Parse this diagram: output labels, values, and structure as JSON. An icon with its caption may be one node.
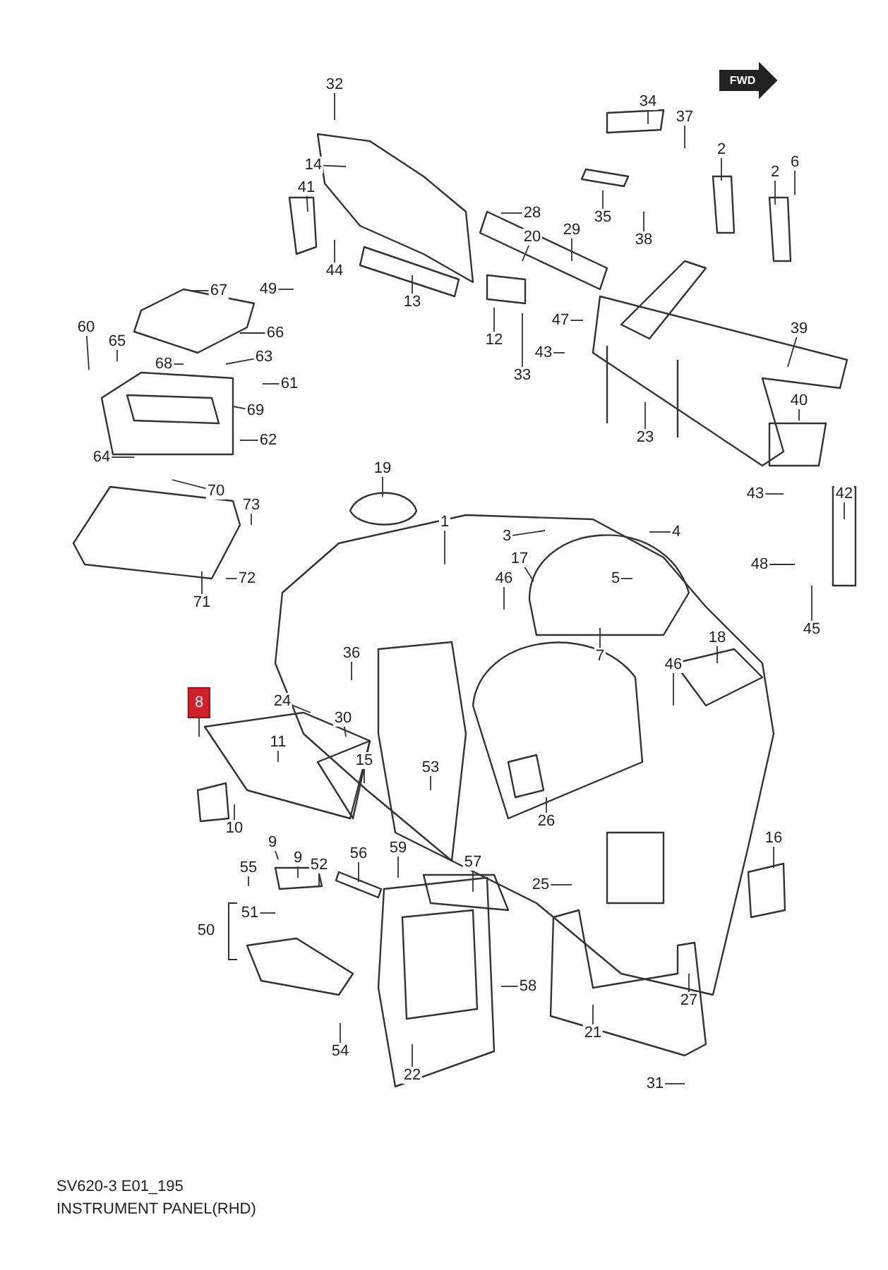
{
  "diagram": {
    "nodes": [
      {
        "text": [
          "32"
        ]
      },
      {
        "text": [
          "14"
        ]
      },
      {
        "text": [
          "41"
        ]
      },
      {
        "text": [
          "44"
        ]
      },
      {
        "text": [
          "13"
        ]
      },
      {
        "text": [
          "49"
        ]
      },
      {
        "text": [
          "67"
        ]
      },
      {
        "text": [
          "60"
        ]
      },
      {
        "text": [
          "65"
        ]
      },
      {
        "text": [
          "66"
        ]
      },
      {
        "text": [
          "68"
        ]
      },
      {
        "text": [
          "63"
        ]
      },
      {
        "text": [
          "61"
        ]
      },
      {
        "text": [
          "69"
        ]
      },
      {
        "text": [
          "62"
        ]
      },
      {
        "text": [
          "64"
        ]
      },
      {
        "text": [
          "70"
        ]
      },
      {
        "text": [
          "73"
        ]
      },
      {
        "text": [
          "72"
        ]
      },
      {
        "text": [
          "71"
        ]
      },
      {
        "text": [
          "19"
        ]
      },
      {
        "text": [
          "1"
        ]
      },
      {
        "text": [
          "34"
        ]
      },
      {
        "text": [
          "37"
        ]
      },
      {
        "text": [
          "2"
        ]
      },
      {
        "text": [
          "2"
        ]
      },
      {
        "text": [
          "6"
        ]
      },
      {
        "text": [
          "35"
        ]
      },
      {
        "text": [
          "38"
        ]
      },
      {
        "text": [
          "28"
        ]
      },
      {
        "text": [
          "20"
        ]
      },
      {
        "text": [
          "29"
        ]
      },
      {
        "text": [
          "47"
        ]
      },
      {
        "text": [
          "12"
        ]
      },
      {
        "text": [
          "43"
        ]
      },
      {
        "text": [
          "33"
        ]
      },
      {
        "text": [
          "23"
        ]
      },
      {
        "text": [
          "39"
        ]
      },
      {
        "text": [
          "40"
        ]
      },
      {
        "text": [
          "43"
        ]
      },
      {
        "text": [
          "42"
        ]
      },
      {
        "text": [
          "48"
        ]
      },
      {
        "text": [
          "3"
        ]
      },
      {
        "text": [
          "4"
        ]
      },
      {
        "text": [
          "17"
        ]
      },
      {
        "text": [
          "46"
        ]
      },
      {
        "text": [
          "5"
        ]
      },
      {
        "text": [
          "45"
        ]
      },
      {
        "text": [
          "36"
        ]
      },
      {
        "text": [
          "8"
        ]
      },
      {
        "text": [
          "24"
        ]
      },
      {
        "text": [
          "30"
        ]
      },
      {
        "text": [
          "11"
        ]
      },
      {
        "text": [
          "15"
        ]
      },
      {
        "text": [
          "53"
        ]
      },
      {
        "text": [
          "10"
        ]
      },
      {
        "text": [
          "26"
        ]
      },
      {
        "text": [
          "55"
        ]
      },
      {
        "text": [
          "9"
        ]
      },
      {
        "text": [
          "9"
        ]
      },
      {
        "text": [
          "52"
        ]
      },
      {
        "text": [
          "56"
        ]
      },
      {
        "text": [
          "59"
        ]
      },
      {
        "text": [
          "57"
        ]
      },
      {
        "text": [
          "25"
        ]
      },
      {
        "text": [
          "51"
        ]
      },
      {
        "text": [
          "58"
        ]
      },
      {
        "text": [
          "54"
        ]
      },
      {
        "text": [
          "22"
        ]
      },
      {
        "text": [
          "18"
        ]
      },
      {
        "text": [
          "46"
        ]
      },
      {
        "text": [
          "7"
        ]
      },
      {
        "text": [
          "16"
        ]
      },
      {
        "text": [
          "27"
        ]
      },
      {
        "text": [
          "21"
        ]
      },
      {
        "text": [
          "31"
        ]
      }
    ],
    "edges": [
      {
        "from": 0,
        "to": null,
        "arrow": "none"
      },
      {
        "from": 1,
        "to": null,
        "arrow": "none"
      },
      {
        "from": 2,
        "to": null,
        "arrow": "none"
      },
      {
        "from": 3,
        "to": null,
        "arrow": "none"
      },
      {
        "from": 4,
        "to": null,
        "arrow": "none"
      },
      {
        "from": 5,
        "to": null,
        "arrow": "none"
      },
      {
        "from": 6,
        "to": null,
        "arrow": "none"
      },
      {
        "from": 7,
        "to": null,
        "arrow": "none"
      },
      {
        "from": 8,
        "to": null,
        "arrow": "none"
      },
      {
        "from": 9,
        "to": null,
        "arrow": "none"
      },
      {
        "from": 10,
        "to": null,
        "arrow": "none"
      },
      {
        "from": 11,
        "to": null,
        "arrow": "none"
      },
      {
        "from": 12,
        "to": null,
        "arrow": "none"
      },
      {
        "from": 13,
        "to": null,
        "arrow": "none"
      },
      {
        "from": 14,
        "to": null,
        "arrow": "none"
      },
      {
        "from": 15,
        "to": null,
        "arrow": "none"
      },
      {
        "from": 16,
        "to": null,
        "arrow": "none"
      },
      {
        "from": 17,
        "to": null,
        "arrow": "none"
      },
      {
        "from": 18,
        "to": null,
        "arrow": "none"
      },
      {
        "from": 19,
        "to": null,
        "arrow": "none"
      },
      {
        "from": 20,
        "to": null,
        "arrow": "none"
      },
      {
        "from": 21,
        "to": null,
        "arrow": "none"
      },
      {
        "from": 22,
        "to": null,
        "arrow": "none"
      },
      {
        "from": 23,
        "to": null,
        "arrow": "none"
      },
      {
        "from": 24,
        "to": null,
        "arrow": "none"
      },
      {
        "from": 25,
        "to": null,
        "arrow": "none"
      },
      {
        "from": 26,
        "to": null,
        "arrow": "none"
      },
      {
        "from": 27,
        "to": null,
        "arrow": "none"
      },
      {
        "from": 28,
        "to": null,
        "arrow": "none"
      },
      {
        "from": 29,
        "to": null,
        "arrow": "none"
      },
      {
        "from": 30,
        "to": null,
        "arrow": "none"
      },
      {
        "from": 31,
        "to": null,
        "arrow": "none"
      },
      {
        "from": 32,
        "to": null,
        "arrow": "none"
      },
      {
        "from": 33,
        "to": null,
        "arrow": "none"
      },
      {
        "from": 34,
        "to": null,
        "arrow": "none"
      },
      {
        "from": 35,
        "to": null,
        "arrow": "none"
      },
      {
        "from": 36,
        "to": null,
        "arrow": "none"
      },
      {
        "from": 37,
        "to": null,
        "arrow": "none"
      },
      {
        "from": 38,
        "to": null,
        "arrow": "none"
      },
      {
        "from": 39,
        "to": null,
        "arrow": "none"
      },
      {
        "from": 40,
        "to": null,
        "arrow": "none"
      },
      {
        "from": 41,
        "to": null,
        "arrow": "none"
      },
      {
        "from": 42,
        "to": null,
        "arrow": "none"
      },
      {
        "from": 43,
        "to": null,
        "arrow": "none"
      },
      {
        "from": 44,
        "to": null,
        "arrow": "none"
      },
      {
        "from": 45,
        "to": null,
        "arrow": "none"
      },
      {
        "from": 46,
        "to": null,
        "arrow": "none"
      },
      {
        "from": 47,
        "to": null,
        "arrow": "none"
      },
      {
        "from": 48,
        "to": null,
        "arrow": "none"
      },
      {
        "from": 49,
        "to": null,
        "arrow": "none"
      },
      {
        "from": 50,
        "to": null,
        "arrow": "none"
      },
      {
        "from": 51,
        "to": null,
        "arrow": "none"
      },
      {
        "from": 52,
        "to": null,
        "arrow": "none"
      },
      {
        "from": 53,
        "to": null,
        "arrow": "none"
      },
      {
        "from": 54,
        "to": null,
        "arrow": "none"
      },
      {
        "from": 55,
        "to": null,
        "arrow": "none"
      },
      {
        "from": 56,
        "to": null,
        "arrow": "none"
      },
      {
        "from": 57,
        "to": null,
        "arrow": "none"
      },
      {
        "from": 58,
        "to": null,
        "arrow": "none"
      },
      {
        "from": 59,
        "to": null,
        "arrow": "none"
      },
      {
        "from": 60,
        "to": null,
        "arrow": "none"
      },
      {
        "from": 61,
        "to": null,
        "arrow": "none"
      },
      {
        "from": 62,
        "to": null,
        "arrow": "none"
      },
      {
        "from": 63,
        "to": null,
        "arrow": "none"
      },
      {
        "from": 64,
        "to": null,
        "arrow": "none"
      },
      {
        "from": 65,
        "to": null,
        "arrow": "none"
      },
      {
        "from": 66,
        "to": null,
        "arrow": "none"
      },
      {
        "from": 67,
        "to": null,
        "arrow": "none"
      },
      {
        "from": 68,
        "to": null,
        "arrow": "none"
      },
      {
        "from": 69,
        "to": null,
        "arrow": "none"
      },
      {
        "from": 70,
        "to": null,
        "arrow": "none"
      },
      {
        "from": 71,
        "to": null,
        "arrow": "none"
      },
      {
        "from": 72,
        "to": null,
        "arrow": "none"
      },
      {
        "from": 73,
        "to": null,
        "arrow": "none"
      },
      {
        "from": 74,
        "to": null,
        "arrow": "none"
      },
      {
        "from": 75,
        "to": null,
        "arrow": "none"
      }
    ],
    "labels": [
      "FWD",
      "50",
      "SV620-3 E01_195",
      "INSTRUMENT PANEL(RHD)"
    ]
  }
}
